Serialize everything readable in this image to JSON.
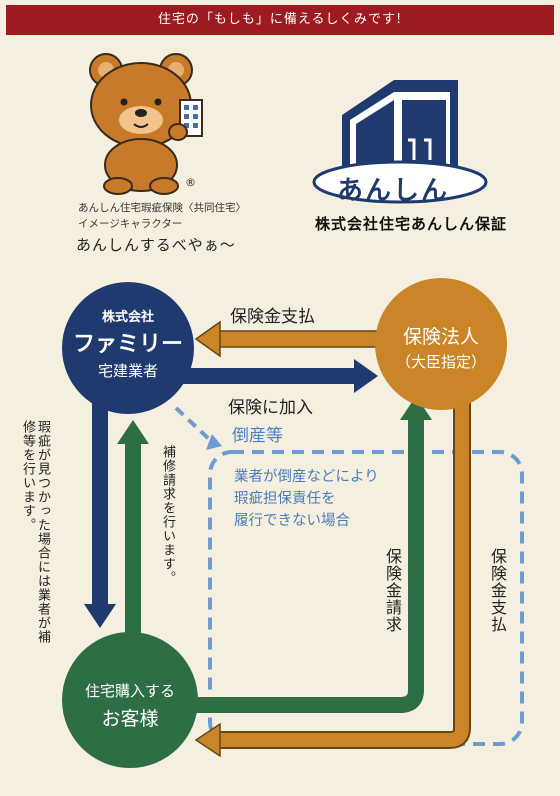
{
  "banner": "住宅の「もしも」に備えるしくみです!",
  "mascot": {
    "registered_mark": "®",
    "caption_line1": "あんしん住宅瑕疵保険〈共同住宅〉",
    "caption_line2": "イメージキャラクター",
    "phrase": "あんしんするべやぁ〜"
  },
  "logo": {
    "word": "あんしん",
    "company": "株式会社住宅あんしん保証"
  },
  "nodes": {
    "builder": {
      "line1": "株式会社",
      "line2": "ファミリー",
      "line3": "宅建業者"
    },
    "insurer": {
      "line1": "保険法人",
      "line2": "（大臣指定）"
    },
    "customer": {
      "line1": "住宅購入する",
      "line2": "お客様"
    }
  },
  "arrows": {
    "payment_top": "保険金支払",
    "join": "保険に加入",
    "bankruptcy": "倒産等",
    "left_outer": "瑕疵が見つかった場合には業者が補修等を行います。",
    "left_inner": "補修請求を行います。",
    "claim": "保険金請求",
    "payment_right": "保険金支払"
  },
  "bankruptcy_case": {
    "line1": "業者が倒産などにより",
    "line2": "瑕疵担保責任を",
    "line3": "履行できない場合"
  },
  "colors": {
    "banner": "#9c1b20",
    "navy": "#1f3a6e",
    "orange": "#c98528",
    "green": "#2e6e44",
    "dashed_blue": "#6d9bd2",
    "background": "#f5efe0"
  }
}
